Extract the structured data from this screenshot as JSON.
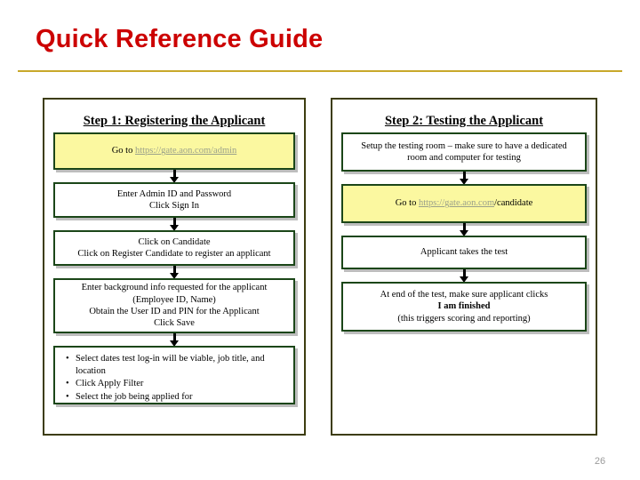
{
  "slide": {
    "title": "Quick Reference Guide",
    "title_color": "#cc0000",
    "rule_color": "#c8a82a",
    "page_number": "26"
  },
  "columns": [
    {
      "heading": "Step 1:  Registering the Applicant",
      "boxes": [
        {
          "style": "yellow",
          "lines": [
            {
              "prefix": "Go to ",
              "link": "https://gate.aon.com/admin",
              "suffix": ""
            }
          ]
        },
        {
          "style": "white",
          "lines": [
            {
              "text": "Enter Admin ID and Password"
            },
            {
              "text": "Click Sign In"
            }
          ]
        },
        {
          "style": "white",
          "lines": [
            {
              "text": "Click on Candidate"
            },
            {
              "text": "Click on Register Candidate to register an applicant"
            }
          ]
        },
        {
          "style": "white",
          "lines": [
            {
              "text": "Enter background info requested for the applicant"
            },
            {
              "text": "(Employee ID, Name)"
            },
            {
              "text": "Obtain the User ID and PIN for the Applicant"
            },
            {
              "text": "Click Save"
            }
          ]
        },
        {
          "style": "white-bullets",
          "bullets": [
            "Select dates test log-in will be viable, job title, and location",
            "Click Apply Filter",
            "Select the job being applied for"
          ]
        }
      ]
    },
    {
      "heading": "Step 2:  Testing the Applicant",
      "boxes": [
        {
          "style": "white",
          "lines": [
            {
              "text": "Setup the testing room – make sure to have a dedicated"
            },
            {
              "text": "room and computer for testing"
            }
          ]
        },
        {
          "style": "yellow",
          "lines": [
            {
              "prefix": "Go to ",
              "link": "https://gate.aon.com",
              "suffix": "/candidate"
            }
          ]
        },
        {
          "style": "white",
          "lines": [
            {
              "text": "Applicant takes the test"
            }
          ]
        },
        {
          "style": "white",
          "lines": [
            {
              "text": "At end of the test, make sure applicant clicks"
            },
            {
              "text": "I am finished",
              "bold": true
            },
            {
              "text": "(this triggers scoring and reporting)"
            }
          ]
        }
      ]
    }
  ],
  "colors": {
    "panel_border": "#3d3d10",
    "box_border": "#1b4618",
    "highlight": "#fbf8a0",
    "shadow": "#bdbdbd",
    "link": "#9aa08a"
  }
}
